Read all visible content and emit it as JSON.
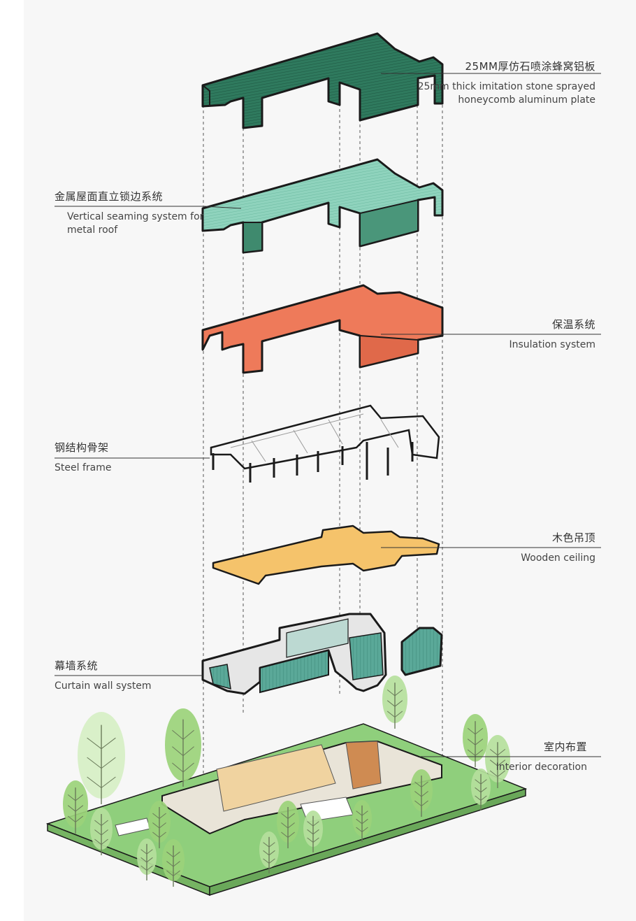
{
  "colors": {
    "panel_background": "#f7f7f7",
    "stone_plate": "#2f7a5e",
    "metal_roof": "#8fd3bd",
    "insulation": "#ee7a5a",
    "steel_frame": "#ffffff",
    "wooden_ceiling": "#f5c36b",
    "curtain_wall": "#5aa898",
    "ground": "#8fcf7c",
    "tree": "#9bd37a",
    "outline": "#1a1a1a"
  },
  "layers": [
    {
      "id": "stone-plate",
      "cn": "25MM厚仿石喷涂蜂窝铝板",
      "en": [
        "25mm thick imitation stone sprayed",
        "honeycomb aluminum plate"
      ],
      "side": "right"
    },
    {
      "id": "metal-roof",
      "cn": "金属屋面直立锁边系统",
      "en": [
        "Vertical seaming system for",
        "metal roof"
      ],
      "side": "left"
    },
    {
      "id": "insulation",
      "cn": "保温系统",
      "en": [
        "Insulation system"
      ],
      "side": "right"
    },
    {
      "id": "steel-frame",
      "cn": "钢结构骨架",
      "en": [
        "Steel frame"
      ],
      "side": "left"
    },
    {
      "id": "wooden-ceiling",
      "cn": "木色吊顶",
      "en": [
        "Wooden ceiling"
      ],
      "side": "right"
    },
    {
      "id": "curtain-wall",
      "cn": "幕墙系统",
      "en": [
        "Curtain wall system"
      ],
      "side": "left"
    },
    {
      "id": "interior",
      "cn": "室内布置",
      "en": [
        "Interior decoration"
      ],
      "side": "right"
    }
  ]
}
